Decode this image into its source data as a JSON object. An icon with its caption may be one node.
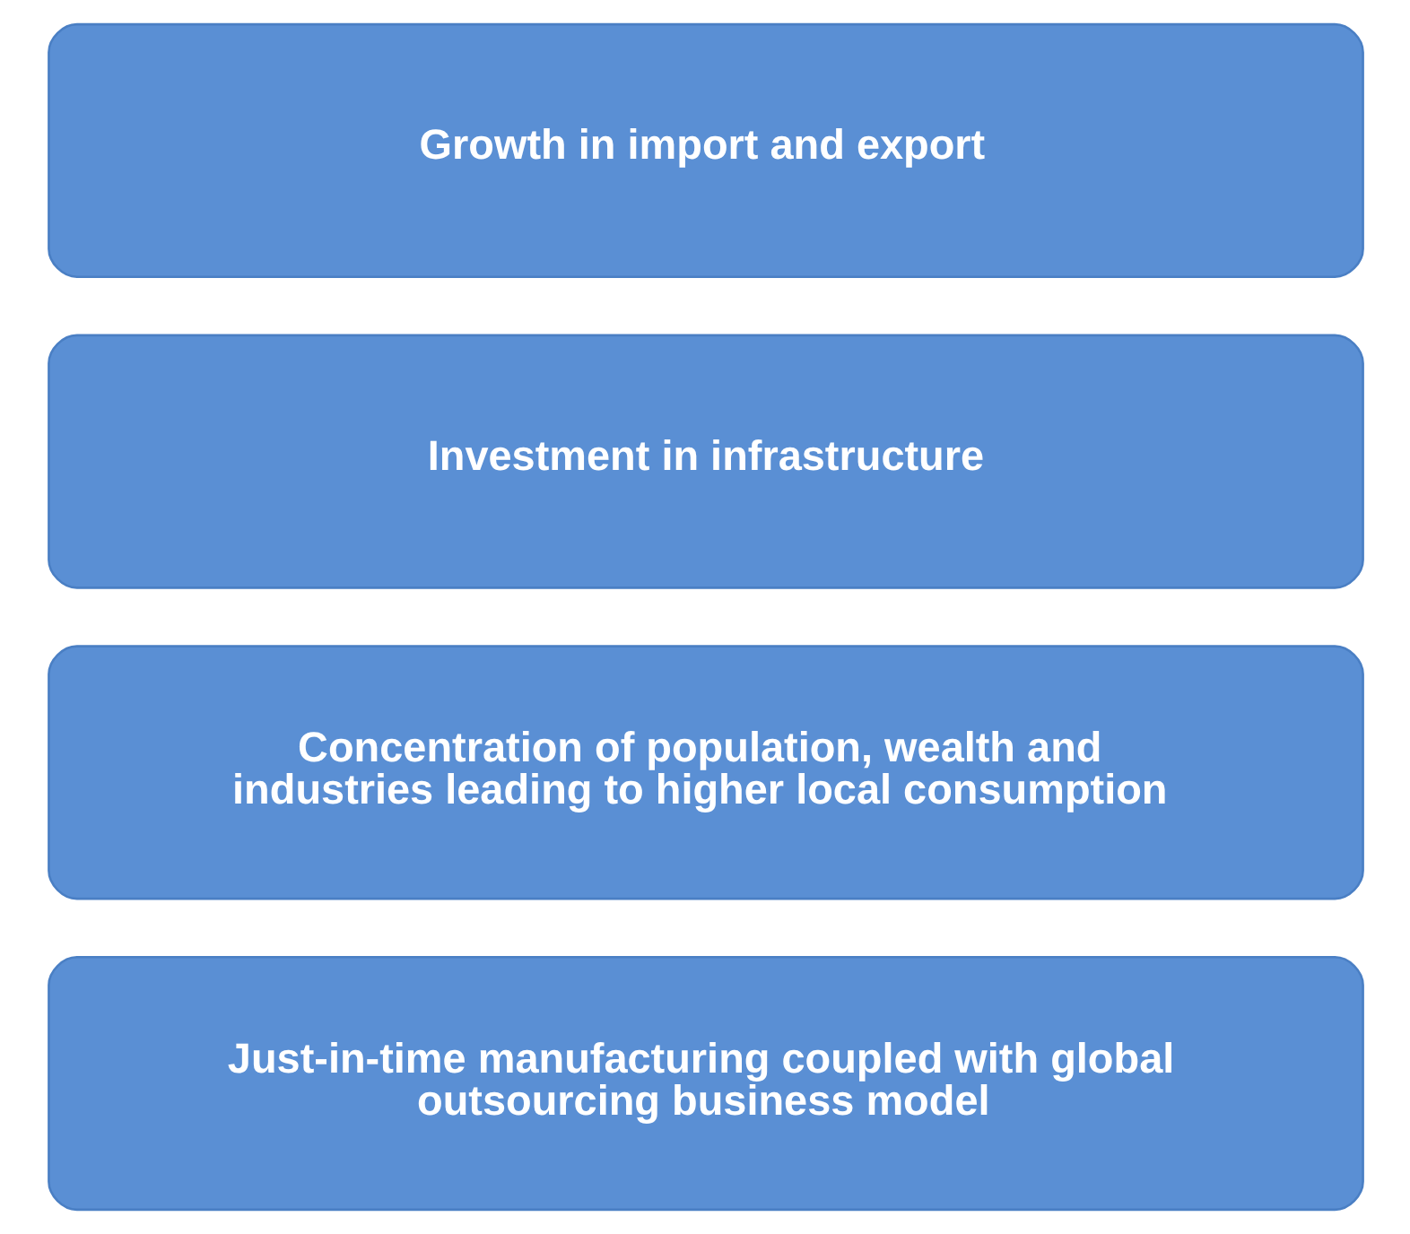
{
  "diagram": {
    "nodes": [
      {
        "text": [
          "Growth in import and export"
        ]
      },
      {
        "text": [
          "Investment in infrastructure"
        ]
      },
      {
        "text": [
          "Concentration of population, wealth and industries leading to higher local consumption"
        ]
      },
      {
        "text": [
          "Just-in-time manufacturing coupled with global outsourcing business model"
        ]
      }
    ]
  }
}
